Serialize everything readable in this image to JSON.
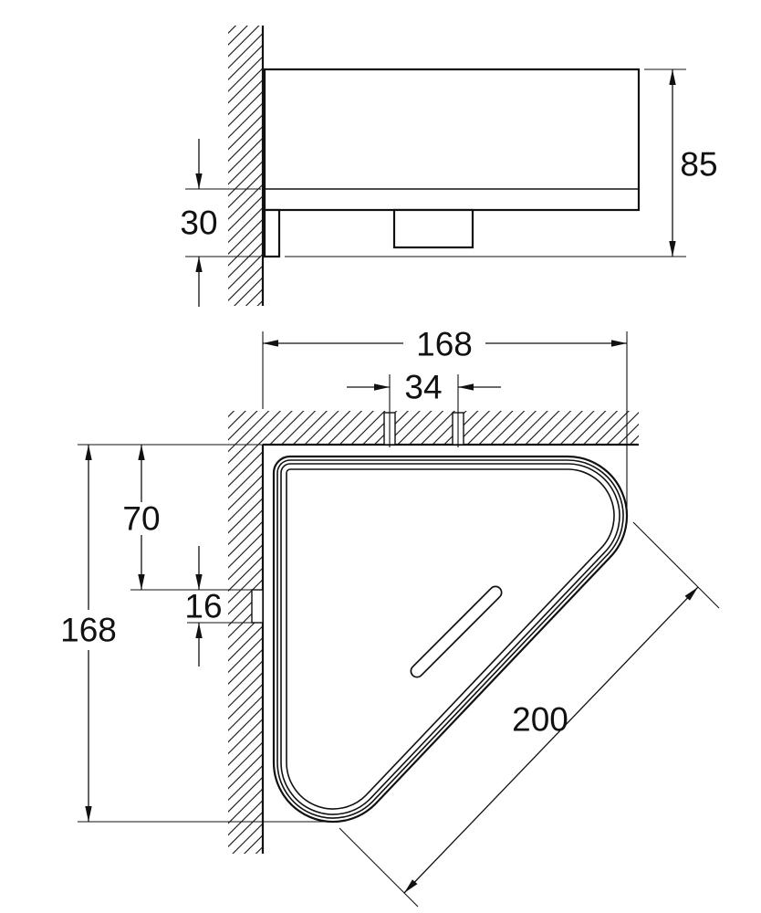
{
  "colors": {
    "background": "#ffffff",
    "line": "#111111"
  },
  "views": {
    "side": {
      "dims": {
        "height_mm": "85",
        "lower_offset_mm": "30"
      }
    },
    "plan": {
      "dims": {
        "width_mm": "168",
        "hole_spacing_mm": "34",
        "hole_offset_mm": "70",
        "hole_height_mm": "16",
        "depth_mm": "168",
        "front_edge_mm": "200"
      }
    }
  }
}
